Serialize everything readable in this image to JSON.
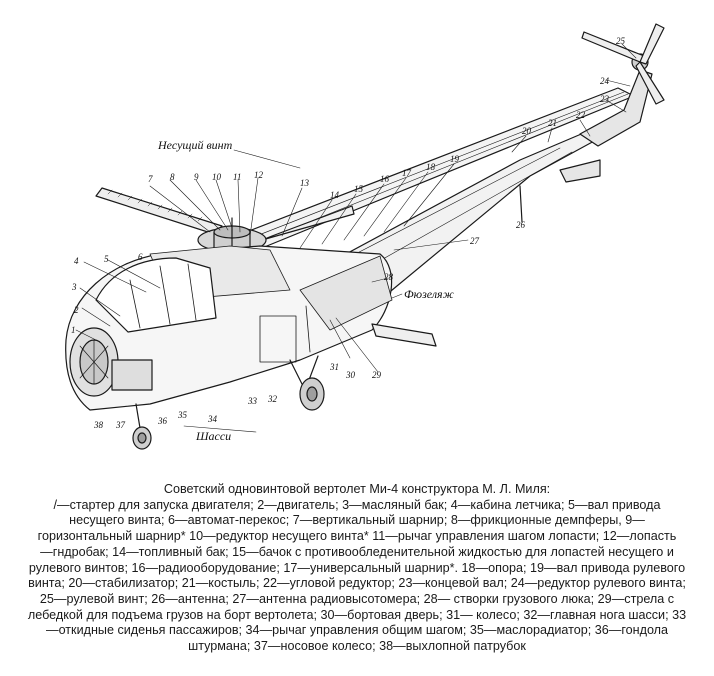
{
  "figure": {
    "labels": {
      "rotor": "Несущий винт",
      "fuselage": "Фюзеляж",
      "chassis": "Шасси"
    },
    "callouts": [
      "1",
      "2",
      "3",
      "4",
      "5",
      "6",
      "7",
      "8",
      "9",
      "10",
      "11",
      "12",
      "13",
      "14",
      "15",
      "16",
      "17",
      "18",
      "19",
      "20",
      "21",
      "22",
      "23",
      "24",
      "25",
      "26",
      "27",
      "28",
      "29",
      "30",
      "31",
      "32",
      "33",
      "34",
      "35",
      "36",
      "37",
      "38"
    ]
  },
  "caption": {
    "lines": [
      "Советский одновинтовой вертолет Ми-4 конструктора  М. Л. Миля:",
      "/—стартер для запуска двигателя; 2—двигатель; 3—масляный бак; 4—кабина летчика; 5—вал привода",
      "несущего винта; 6—автомат-перекос; 7—вертикальный шарнир; 8—фрикционные демпферы, 9—",
      "горизонтальный шарнир* 10—редуктор несущего винта* 11—рычаг управления шагом лопасти; 12—лопасть",
      "—гндробак; 14—топливный бак; 15—бачок с противообледенительной жидкостью для лопастей несущего и",
      "рулевого винтов; 16—радиооборудование; 17—универсальный шарнир*. 18—опора; 19—вал привода рулевого",
      "винта; 20—стабилизатор; 21—костыль; 22—угловой редуктор; 23—концевой вал; 24—редуктор рулевого винта;",
      "25—рулевой винт; 26—антенна; 27—антенна радиовысотомера; 28— створки грузового люка; 29—стрела с",
      "лебедкой для подъема грузов на борт вертолета; 30—бортовая дверь; 31— колесо; 32—главная нога шасси; 33",
      "—откидные сиденья пассажиров; 34—рычаг управления общим шагом; 35—маслорадиатор; 36—гондола",
      "штурмана; 37—носовое колесо; 38—выхлопной патрубок"
    ]
  }
}
